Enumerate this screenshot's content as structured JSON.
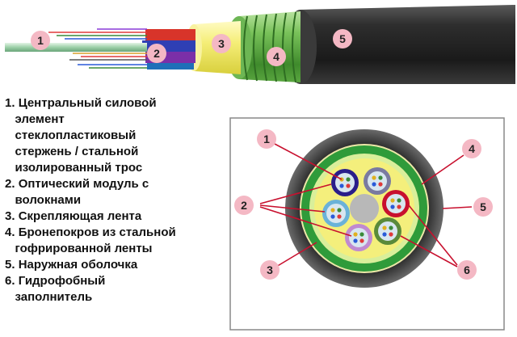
{
  "legend": [
    {
      "num": "1.",
      "lines": [
        "Центральный силовой",
        "элемент",
        "стеклопластиковый",
        "стержень / стальной",
        "изолированный трос"
      ]
    },
    {
      "num": "2.",
      "lines": [
        "Оптический модуль с",
        "волокнами"
      ]
    },
    {
      "num": "3.",
      "lines": [
        "Скрепляющая лента"
      ]
    },
    {
      "num": "4.",
      "lines": [
        "Бронепокров из стальной",
        "гофрированной ленты"
      ]
    },
    {
      "num": "5.",
      "lines": [
        "Наружная оболочка"
      ]
    },
    {
      "num": "6.",
      "lines": [
        "Гидрофобный",
        "заполнитель"
      ]
    }
  ],
  "cable_markers": [
    "1",
    "2",
    "3",
    "4",
    "5"
  ],
  "section_markers": [
    "1",
    "2",
    "3",
    "4",
    "5",
    "6"
  ],
  "colors": {
    "marker": "#f4b8c4",
    "outer_sheath": "#2a2a2a",
    "armor": "#2f9b3a",
    "binder_tape": "#f2ee88",
    "strength_member": "#9cd0a8",
    "leader": "#c8102e",
    "panel_border": "#888888"
  }
}
